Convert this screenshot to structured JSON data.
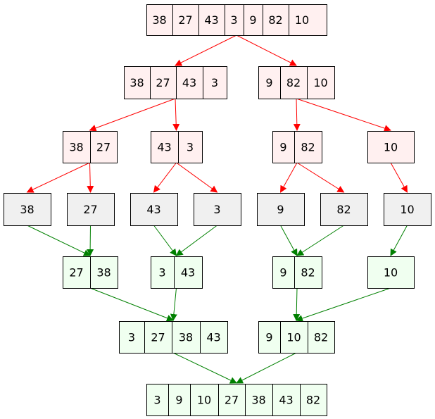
{
  "colors": {
    "split_fill": "#fff0f0",
    "split_edge": "#ff0000",
    "merge_fill": "#f0fff0",
    "merge_edge": "#008000",
    "leaf_fill": "#f0f0f0",
    "stroke": "#000000"
  },
  "nodes": [
    {
      "id": "root",
      "kind": "split",
      "cells": [
        "38",
        "27",
        "43",
        "3",
        "9",
        "82",
        "10"
      ]
    },
    {
      "id": "sL",
      "kind": "split",
      "cells": [
        "38",
        "27",
        "43",
        "3"
      ]
    },
    {
      "id": "sR",
      "kind": "split",
      "cells": [
        "9",
        "82",
        "10"
      ]
    },
    {
      "id": "sLL",
      "kind": "split",
      "cells": [
        "38",
        "27"
      ]
    },
    {
      "id": "sLR",
      "kind": "split",
      "cells": [
        "43",
        "3"
      ]
    },
    {
      "id": "sRL",
      "kind": "split",
      "cells": [
        "9",
        "82"
      ]
    },
    {
      "id": "sRR",
      "kind": "split",
      "cells": [
        "10"
      ]
    },
    {
      "id": "l38",
      "kind": "leaf",
      "cells": [
        "38"
      ]
    },
    {
      "id": "l27",
      "kind": "leaf",
      "cells": [
        "27"
      ]
    },
    {
      "id": "l43",
      "kind": "leaf",
      "cells": [
        "43"
      ]
    },
    {
      "id": "l3",
      "kind": "leaf",
      "cells": [
        "3"
      ]
    },
    {
      "id": "l9",
      "kind": "leaf",
      "cells": [
        "9"
      ]
    },
    {
      "id": "l82",
      "kind": "leaf",
      "cells": [
        "82"
      ]
    },
    {
      "id": "l10",
      "kind": "leaf",
      "cells": [
        "10"
      ]
    },
    {
      "id": "m2738",
      "kind": "merge",
      "cells": [
        "27",
        "38"
      ]
    },
    {
      "id": "m343",
      "kind": "merge",
      "cells": [
        "3",
        "43"
      ]
    },
    {
      "id": "m982",
      "kind": "merge",
      "cells": [
        "9",
        "82"
      ]
    },
    {
      "id": "m10",
      "kind": "merge",
      "cells": [
        "10"
      ]
    },
    {
      "id": "mL",
      "kind": "merge",
      "cells": [
        "3",
        "27",
        "38",
        "43"
      ]
    },
    {
      "id": "mR",
      "kind": "merge",
      "cells": [
        "9",
        "10",
        "82"
      ]
    },
    {
      "id": "final",
      "kind": "merge",
      "cells": [
        "3",
        "9",
        "10",
        "27",
        "38",
        "43",
        "82"
      ]
    }
  ],
  "edges": [
    {
      "from": "root",
      "to": "sL",
      "kind": "split"
    },
    {
      "from": "root",
      "to": "sR",
      "kind": "split"
    },
    {
      "from": "sL",
      "to": "sLL",
      "kind": "split"
    },
    {
      "from": "sL",
      "to": "sLR",
      "kind": "split"
    },
    {
      "from": "sR",
      "to": "sRL",
      "kind": "split"
    },
    {
      "from": "sR",
      "to": "sRR",
      "kind": "split"
    },
    {
      "from": "sLL",
      "to": "l38",
      "kind": "split"
    },
    {
      "from": "sLL",
      "to": "l27",
      "kind": "split"
    },
    {
      "from": "sLR",
      "to": "l43",
      "kind": "split"
    },
    {
      "from": "sLR",
      "to": "l3",
      "kind": "split"
    },
    {
      "from": "sRL",
      "to": "l9",
      "kind": "split"
    },
    {
      "from": "sRL",
      "to": "l82",
      "kind": "split"
    },
    {
      "from": "sRR",
      "to": "l10",
      "kind": "split"
    },
    {
      "from": "l38",
      "to": "m2738",
      "kind": "merge"
    },
    {
      "from": "l27",
      "to": "m2738",
      "kind": "merge"
    },
    {
      "from": "l43",
      "to": "m343",
      "kind": "merge"
    },
    {
      "from": "l3",
      "to": "m343",
      "kind": "merge"
    },
    {
      "from": "l9",
      "to": "m982",
      "kind": "merge"
    },
    {
      "from": "l82",
      "to": "m982",
      "kind": "merge"
    },
    {
      "from": "l10",
      "to": "m10",
      "kind": "merge"
    },
    {
      "from": "m2738",
      "to": "mL",
      "kind": "merge"
    },
    {
      "from": "m343",
      "to": "mL",
      "kind": "merge"
    },
    {
      "from": "m982",
      "to": "mR",
      "kind": "merge"
    },
    {
      "from": "m10",
      "to": "mR",
      "kind": "merge"
    },
    {
      "from": "mL",
      "to": "final",
      "kind": "merge"
    },
    {
      "from": "mR",
      "to": "final",
      "kind": "merge"
    }
  ]
}
